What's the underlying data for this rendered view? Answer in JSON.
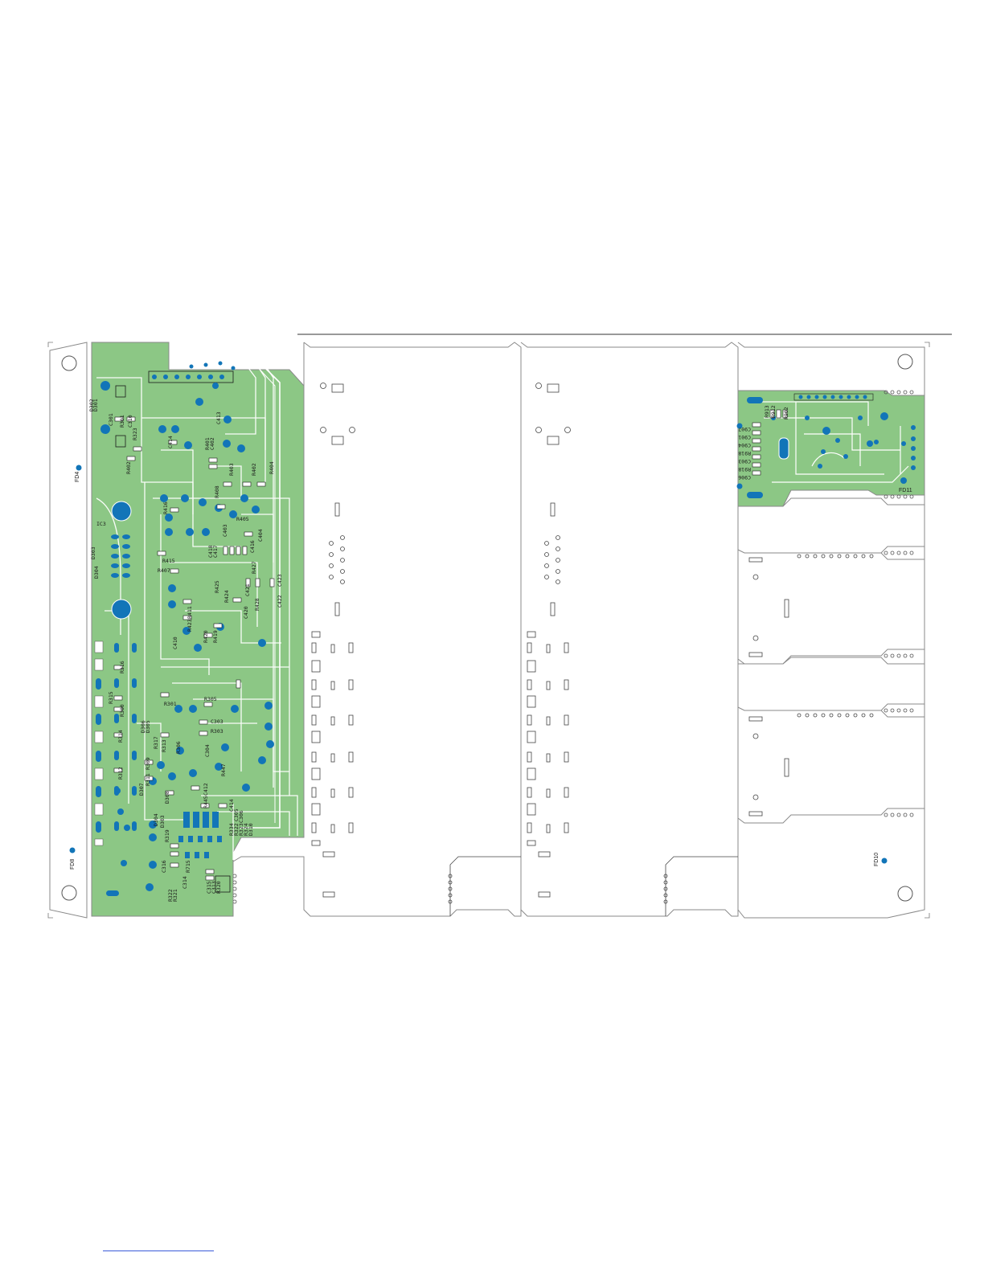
{
  "colors": {
    "pcb_green": "#8cc785",
    "trace": "#ffffff",
    "pad_blue": "#1275b8",
    "outline": "#8a8a8a",
    "label": "#1a1a1a"
  },
  "fiducials": {
    "left_top": "FD4",
    "left_bottom": "FD8",
    "right_bottom": "FD10",
    "right_panel": "FD11"
  },
  "components": [
    "D302",
    "D301",
    "C301",
    "R301",
    "C310",
    "R323",
    "R402",
    "C414",
    "C413",
    "R401",
    "C402",
    "R403",
    "R402",
    "R404",
    "R408",
    "R416",
    "IC3",
    "R415",
    "R405",
    "C404",
    "C418",
    "C417",
    "C403",
    "C416",
    "D303",
    "D304",
    "R407",
    "R427",
    "C421",
    "C423",
    "R425",
    "R424",
    "R428",
    "C422",
    "C420",
    "R411",
    "R423",
    "C410",
    "R420",
    "R419",
    "R316",
    "R315",
    "R300",
    "R314",
    "R301",
    "R305",
    "R303",
    "C303",
    "D306",
    "D305",
    "R317",
    "R312",
    "R313",
    "R306",
    "R309",
    "R311",
    "C304",
    "D307",
    "R447",
    "C412",
    "R445",
    "D308",
    "C414",
    "C305",
    "C306",
    "D304",
    "D303",
    "R319",
    "R334",
    "R322",
    "R323",
    "R324",
    "D310",
    "C316",
    "R715",
    "C315",
    "C314",
    "C313",
    "R320",
    "R322",
    "R321"
  ],
  "right_panel_components": [
    "C907",
    "C901",
    "C904",
    "R918",
    "C903",
    "R918",
    "C906",
    "R913",
    "R912",
    "R902"
  ]
}
